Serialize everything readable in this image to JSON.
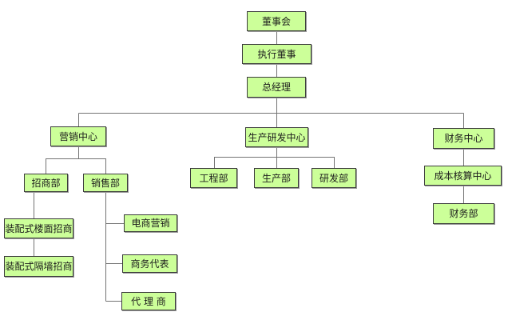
{
  "org_chart": {
    "colors": {
      "background": "#ffffff",
      "node_fill": "#ccff99",
      "node_border": "#3c3c3c",
      "node_shadow": "#9b9b9b",
      "node_text": "#1c1c1c",
      "line": "#737373"
    },
    "nodes": [
      {
        "id": "board",
        "label": "董事会"
      },
      {
        "id": "executive-director",
        "label": "执行董事"
      },
      {
        "id": "general-manager",
        "label": "总经理"
      },
      {
        "id": "marketing-center",
        "label": "营销中心"
      },
      {
        "id": "production-rd-center",
        "label": "生产研发中心"
      },
      {
        "id": "finance-center",
        "label": "财务中心"
      },
      {
        "id": "investment-dept",
        "label": "招商部"
      },
      {
        "id": "sales-dept",
        "label": "销售部"
      },
      {
        "id": "prefab-floor-investment",
        "label": "装配式楼面招商"
      },
      {
        "id": "prefab-partition-investment",
        "label": "装配式隔墙招商"
      },
      {
        "id": "ecommerce-marketing",
        "label": "电商营销"
      },
      {
        "id": "business-representative",
        "label": "商务代表"
      },
      {
        "id": "agent",
        "label": "代 理 商"
      },
      {
        "id": "engineering-dept",
        "label": "工程部"
      },
      {
        "id": "production-dept",
        "label": "生产部"
      },
      {
        "id": "rd-dept",
        "label": "研发部"
      },
      {
        "id": "cost-accounting-center",
        "label": "成本核算中心"
      },
      {
        "id": "finance-dept",
        "label": "财务部"
      }
    ],
    "edges": [
      [
        "董事会",
        "执行董事"
      ],
      [
        "执行董事",
        "总经理"
      ],
      [
        "总经理",
        "营销中心"
      ],
      [
        "总经理",
        "生产研发中心"
      ],
      [
        "总经理",
        "财务中心"
      ],
      [
        "营销中心",
        "招商部"
      ],
      [
        "营销中心",
        "销售部"
      ],
      [
        "招商部",
        "装配式楼面招商"
      ],
      [
        "装配式楼面招商",
        "装配式隔墙招商"
      ],
      [
        "销售部",
        "电商营销"
      ],
      [
        "销售部",
        "商务代表"
      ],
      [
        "销售部",
        "代 理 商"
      ],
      [
        "生产研发中心",
        "工程部"
      ],
      [
        "生产研发中心",
        "生产部"
      ],
      [
        "生产研发中心",
        "研发部"
      ],
      [
        "财务中心",
        "成本核算中心"
      ],
      [
        "成本核算中心",
        "财务部"
      ]
    ]
  }
}
